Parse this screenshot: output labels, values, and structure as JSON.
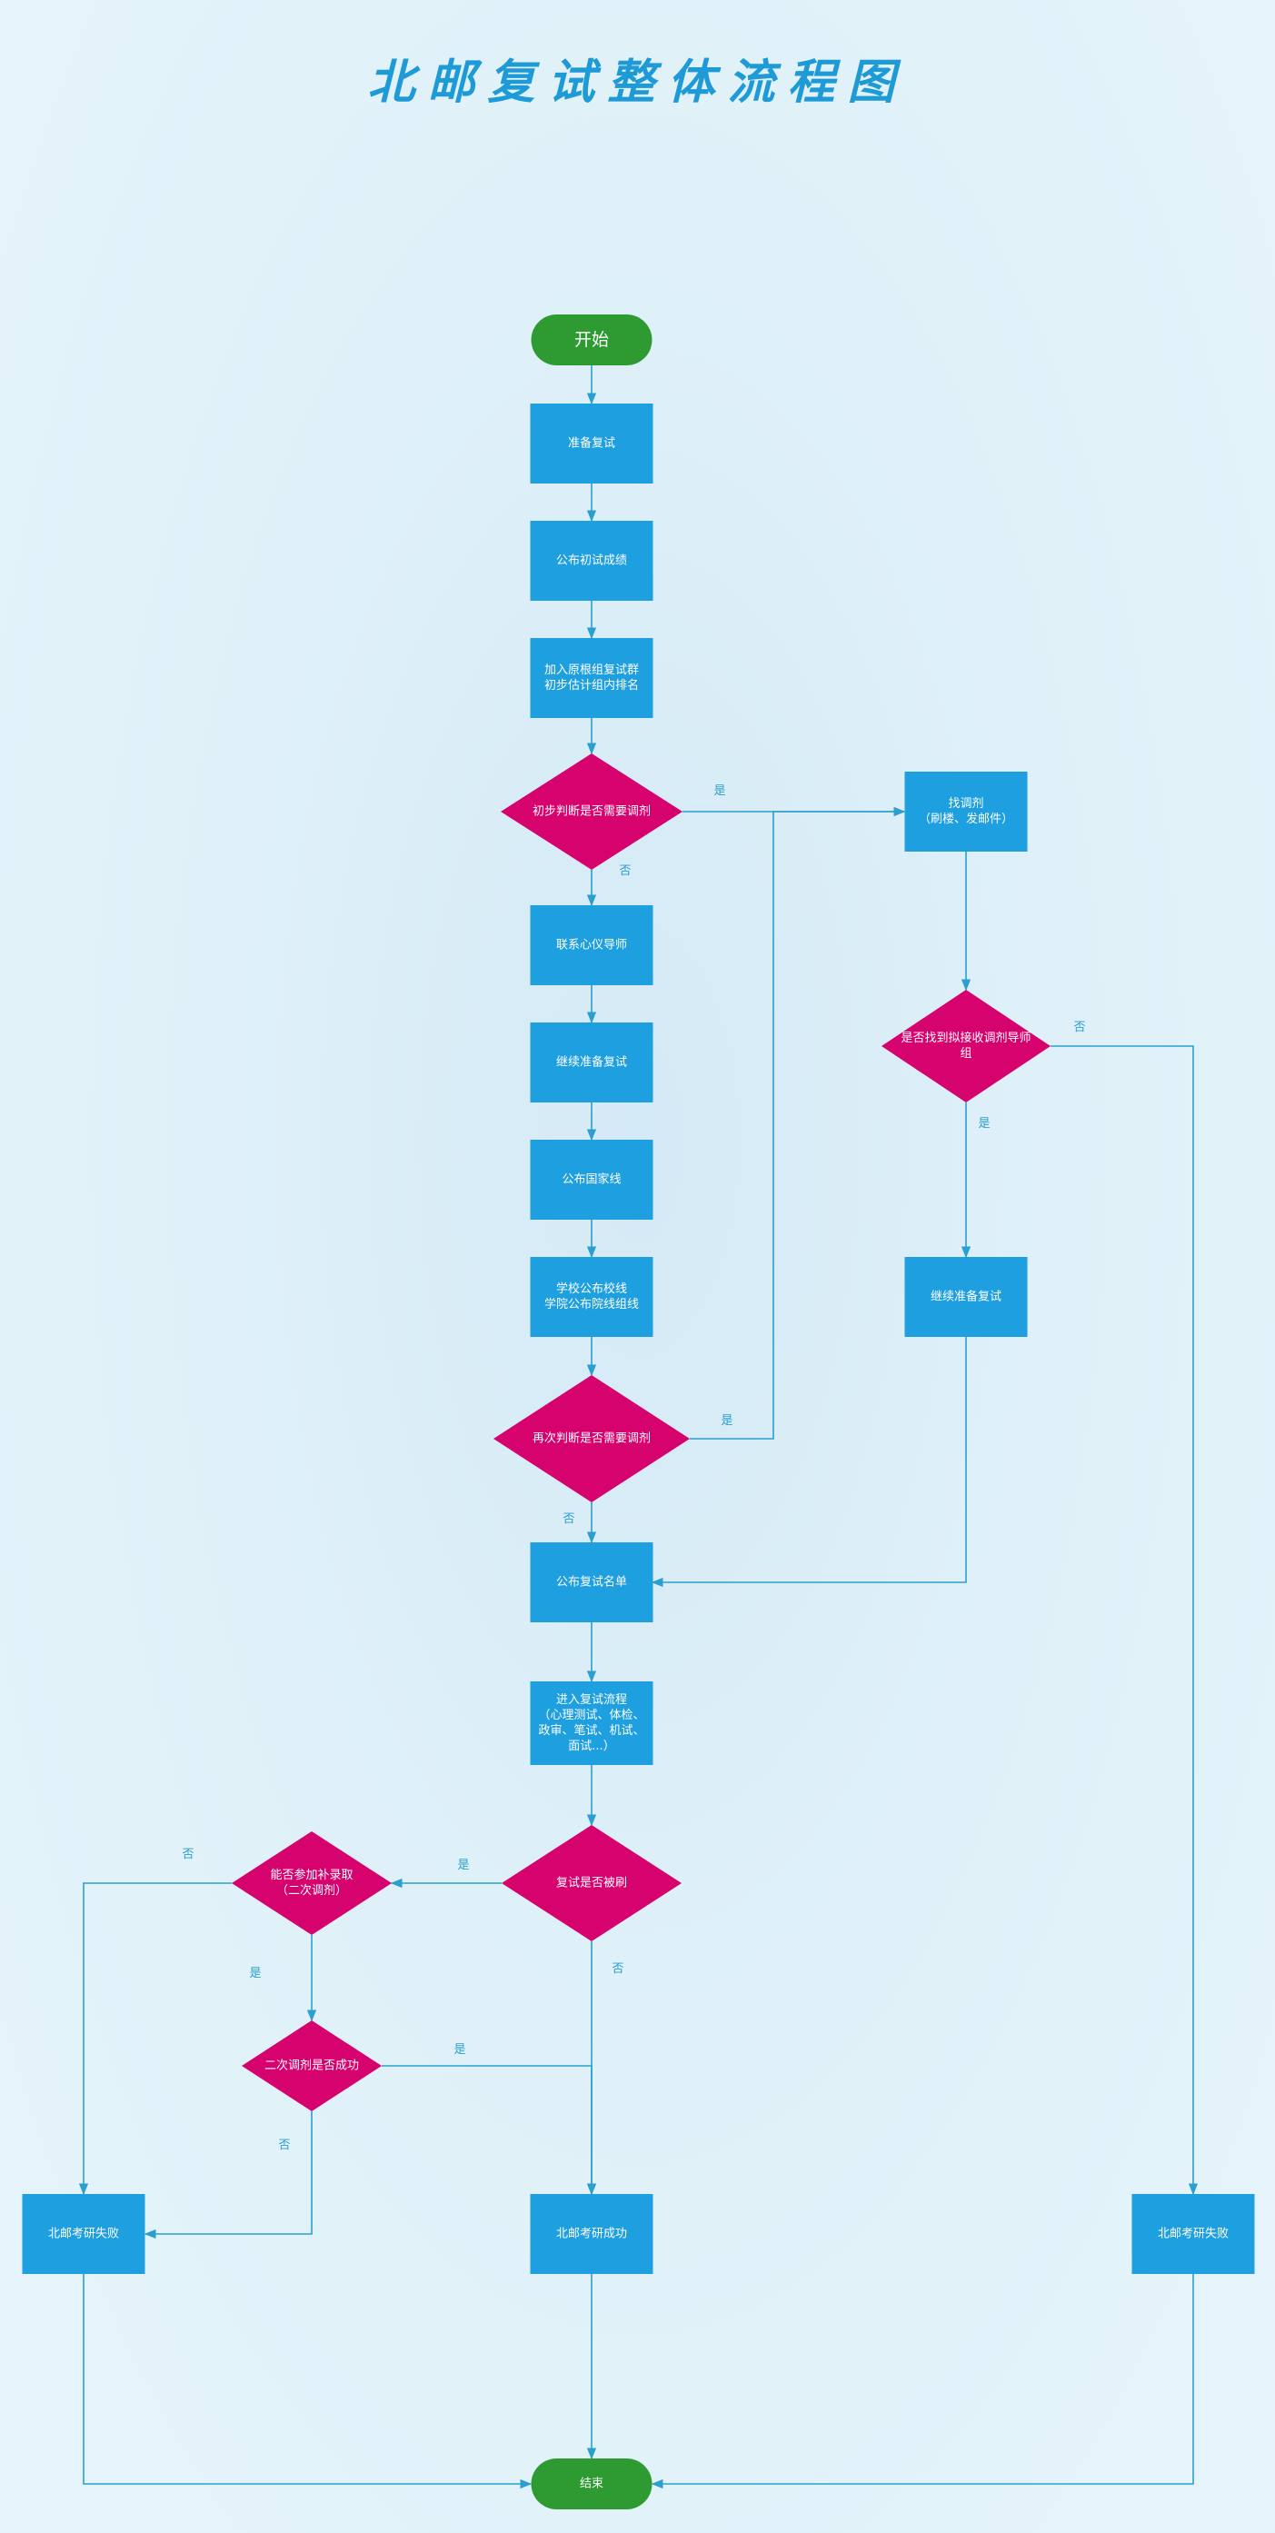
{
  "title": "北邮复试整体流程图",
  "colors": {
    "process": "#1e9fe0",
    "decision": "#d6026e",
    "terminal": "#2e9b32",
    "edge": "#2a9fd0",
    "title": "#1e9ad6"
  },
  "nodes": [
    {
      "id": "start",
      "kind": "terminal",
      "lines": [
        "开始"
      ]
    },
    {
      "id": "prepare",
      "kind": "process",
      "lines": [
        "准备复试"
      ]
    },
    {
      "id": "publish-initial",
      "kind": "process",
      "lines": [
        "公布初试成绩"
      ]
    },
    {
      "id": "join-group",
      "kind": "process",
      "lines": [
        "加入原根组复试群",
        "初步估计组内排名"
      ]
    },
    {
      "id": "judge-first",
      "kind": "decision",
      "lines": [
        "初步判断是否需要调剂"
      ]
    },
    {
      "id": "find-adjust",
      "kind": "process",
      "lines": [
        "找调剂",
        "（刷楼、发邮件）"
      ]
    },
    {
      "id": "contact-advisor",
      "kind": "process",
      "lines": [
        "联系心仪导师"
      ]
    },
    {
      "id": "continue-prepare",
      "kind": "process",
      "lines": [
        "继续准备复试"
      ]
    },
    {
      "id": "found-advisor",
      "kind": "decision",
      "lines": [
        "是否找到拟接收调剂导师",
        "组"
      ]
    },
    {
      "id": "national-line",
      "kind": "process",
      "lines": [
        "公布国家线"
      ]
    },
    {
      "id": "continue-prepare-2",
      "kind": "process",
      "lines": [
        "继续准备复试"
      ]
    },
    {
      "id": "school-line",
      "kind": "process",
      "lines": [
        "学校公布校线",
        "学院公布院线组线"
      ]
    },
    {
      "id": "judge-second",
      "kind": "decision",
      "lines": [
        "再次判断是否需要调剂"
      ]
    },
    {
      "id": "publish-list",
      "kind": "process",
      "lines": [
        "公布复试名单"
      ]
    },
    {
      "id": "enter-process",
      "kind": "process",
      "lines": [
        "进入复试流程",
        "（心理测试、体检、",
        "政审、笔试、机试、",
        "面试...）"
      ]
    },
    {
      "id": "rejected",
      "kind": "decision",
      "lines": [
        "复试是否被刷"
      ]
    },
    {
      "id": "supplement",
      "kind": "decision",
      "lines": [
        "能否参加补录取",
        "（二次调剂）"
      ]
    },
    {
      "id": "second-success",
      "kind": "decision",
      "lines": [
        "二次调剂是否成功"
      ]
    },
    {
      "id": "fail-left",
      "kind": "process",
      "lines": [
        "北邮考研失败"
      ]
    },
    {
      "id": "success",
      "kind": "process",
      "lines": [
        "北邮考研成功"
      ]
    },
    {
      "id": "fail-right",
      "kind": "process",
      "lines": [
        "北邮考研失败"
      ]
    },
    {
      "id": "end",
      "kind": "terminal",
      "lines": [
        "结束"
      ]
    }
  ],
  "edges": [
    {
      "from": "start",
      "to": "prepare",
      "label": ""
    },
    {
      "from": "prepare",
      "to": "publish-initial",
      "label": ""
    },
    {
      "from": "publish-initial",
      "to": "join-group",
      "label": ""
    },
    {
      "from": "join-group",
      "to": "judge-first",
      "label": ""
    },
    {
      "from": "judge-first",
      "to": "find-adjust",
      "label": "是"
    },
    {
      "from": "judge-first",
      "to": "contact-advisor",
      "label": "否"
    },
    {
      "from": "contact-advisor",
      "to": "continue-prepare",
      "label": ""
    },
    {
      "from": "continue-prepare",
      "to": "national-line",
      "label": ""
    },
    {
      "from": "national-line",
      "to": "school-line",
      "label": ""
    },
    {
      "from": "school-line",
      "to": "judge-second",
      "label": ""
    },
    {
      "from": "judge-second",
      "to": "find-adjust",
      "label": "是"
    },
    {
      "from": "judge-second",
      "to": "publish-list",
      "label": "否"
    },
    {
      "from": "find-adjust",
      "to": "found-advisor",
      "label": ""
    },
    {
      "from": "found-advisor",
      "to": "continue-prepare-2",
      "label": "是"
    },
    {
      "from": "found-advisor",
      "to": "fail-right",
      "label": "否"
    },
    {
      "from": "continue-prepare-2",
      "to": "publish-list",
      "label": ""
    },
    {
      "from": "publish-list",
      "to": "enter-process",
      "label": ""
    },
    {
      "from": "enter-process",
      "to": "rejected",
      "label": ""
    },
    {
      "from": "rejected",
      "to": "supplement",
      "label": "是"
    },
    {
      "from": "rejected",
      "to": "success",
      "label": "否"
    },
    {
      "from": "supplement",
      "to": "fail-left",
      "label": "否"
    },
    {
      "from": "supplement",
      "to": "second-success",
      "label": "是"
    },
    {
      "from": "second-success",
      "to": "success",
      "label": "是"
    },
    {
      "from": "second-success",
      "to": "fail-left",
      "label": "否"
    },
    {
      "from": "fail-left",
      "to": "end",
      "label": ""
    },
    {
      "from": "success",
      "to": "end",
      "label": ""
    },
    {
      "from": "fail-right",
      "to": "end",
      "label": ""
    }
  ]
}
